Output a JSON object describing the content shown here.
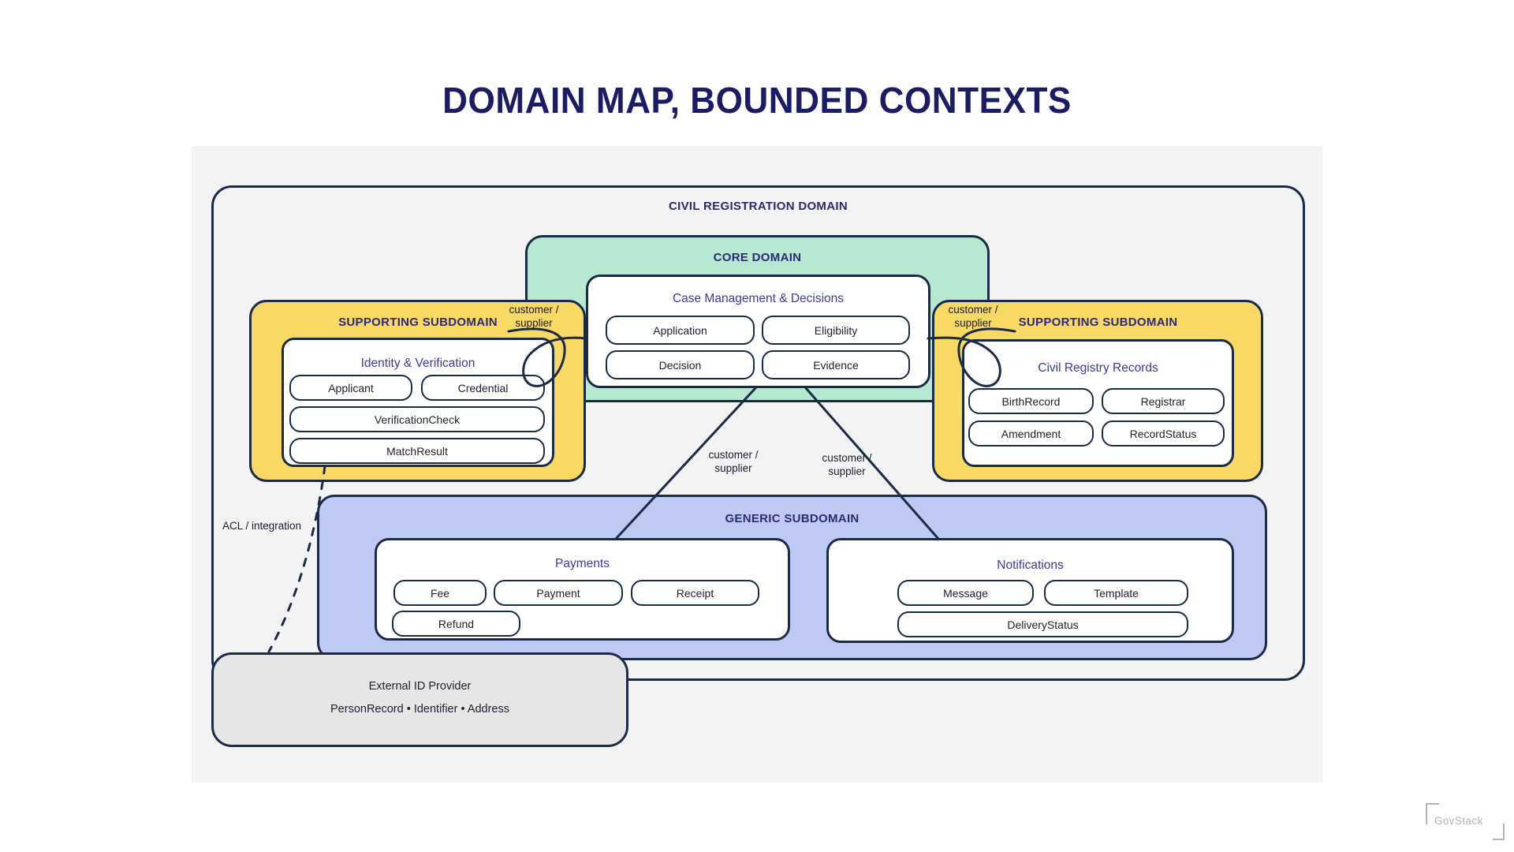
{
  "page_title": "DOMAIN MAP, BOUNDED CONTEXTS",
  "colors": {
    "border_navy": "#1b2b47",
    "title_navy": "#1c1b66",
    "section_label": "#2b2a72",
    "context_title": "#3c3a9a",
    "core_fill": "#b6e8d2",
    "supporting_fill": "#f8d963",
    "generic_fill": "#bfcaf4",
    "external_fill": "#e6e6e7",
    "canvas_fill": "#f3f3f4"
  },
  "diagram": {
    "outer_label": "CIVIL REGISTRATION DOMAIN",
    "core": {
      "label": "CORE DOMAIN",
      "context": {
        "title": "Case Management & Decisions",
        "entities": [
          "Application",
          "Eligibility",
          "Decision",
          "Evidence"
        ]
      }
    },
    "supporting_left": {
      "label": "SUPPORTING SUBDOMAIN",
      "context": {
        "title": "Identity & Verification",
        "entities": [
          "Applicant",
          "Credential",
          "VerificationCheck",
          "MatchResult"
        ]
      }
    },
    "supporting_right": {
      "label": "SUPPORTING SUBDOMAIN",
      "context": {
        "title": "Civil Registry Records",
        "entities": [
          "BirthRecord",
          "Registrar",
          "Amendment",
          "RecordStatus"
        ]
      }
    },
    "generic": {
      "label": "GENERIC SUBDOMAIN",
      "payments": {
        "title": "Payments",
        "entities": [
          "Fee",
          "Payment",
          "Receipt",
          "Refund"
        ]
      },
      "notifications": {
        "title": "Notifications",
        "entities": [
          "Message",
          "Template",
          "DeliveryStatus"
        ]
      }
    },
    "external": {
      "title": "External ID Provider",
      "subtitle": "PersonRecord • Identifier • Address"
    },
    "edge_labels": {
      "customer_supplier_left_top": "customer / supplier",
      "customer_supplier_right_top": "customer / supplier",
      "customer_supplier_left_mid": "customer / supplier",
      "customer_supplier_right_mid": "customer / supplier",
      "acl": "ACL / integration"
    }
  },
  "logo": {
    "text": "GovStack"
  }
}
